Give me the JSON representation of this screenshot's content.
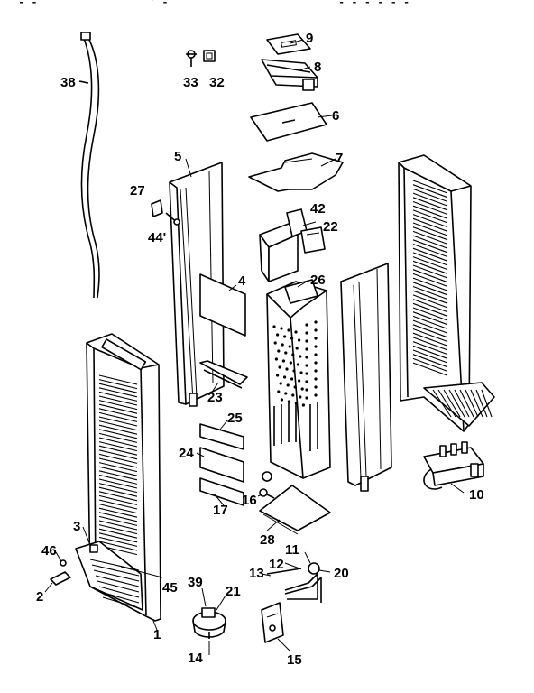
{
  "header_fragments": [
    "- -",
    "' -",
    "- - - - - -"
  ],
  "part_labels": {
    "p1": "1",
    "p2": "2",
    "p3": "3",
    "p4": "4",
    "p5": "5",
    "p6": "6",
    "p7": "7",
    "p8": "8",
    "p9": "9",
    "p10": "10",
    "p11": "11",
    "p12": "12",
    "p13": "13",
    "p14": "14",
    "p15": "15",
    "p16": "16",
    "p17": "17",
    "p20": "20",
    "p21": "21",
    "p22": "22",
    "p23": "23",
    "p24": "24",
    "p25": "25",
    "p26": "26",
    "p27": "27",
    "p28": "28",
    "p32": "32",
    "p33": "33",
    "p38": "38",
    "p39": "39",
    "p42": "42",
    "p44": "44'",
    "p45": "45",
    "p46": "46"
  }
}
